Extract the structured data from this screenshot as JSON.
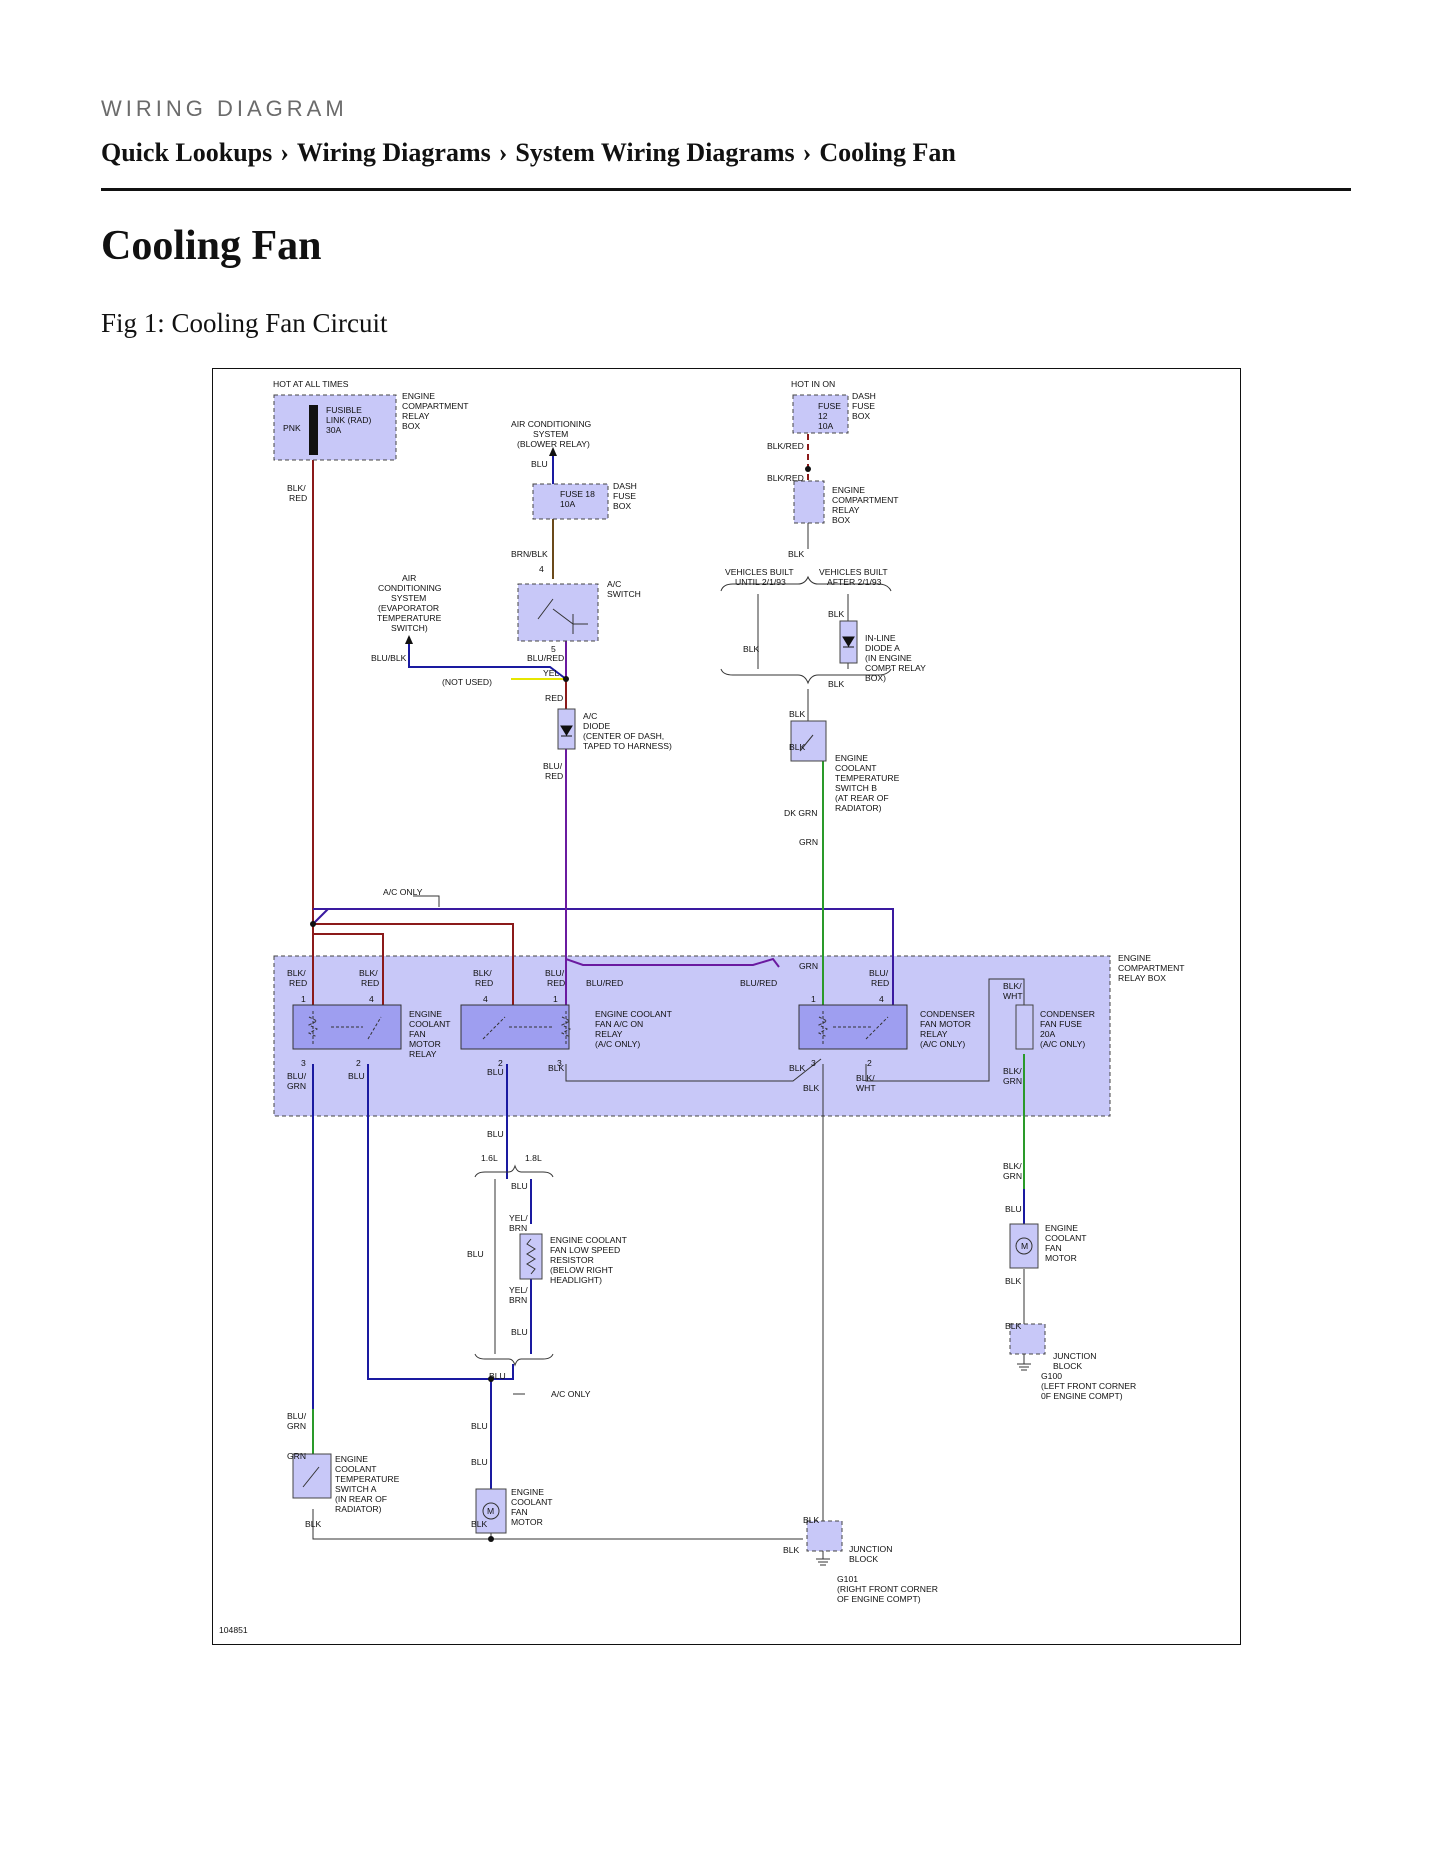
{
  "header": {
    "eyebrow": "WIRING DIAGRAM",
    "breadcrumb": [
      "Quick Lookups",
      "Wiring Diagrams",
      "System Wiring Diagrams",
      "Cooling Fan"
    ],
    "separator": "›"
  },
  "page_title": "Cooling Fan",
  "figure": {
    "caption": "Fig 1: Cooling Fan Circuit",
    "id_number": "104851",
    "power_labels": [
      "HOT AT ALL TIMES",
      "HOT IN ON"
    ],
    "components": {
      "fusible_link": [
        "FUSIBLE",
        "LINK (RAD)",
        "30A"
      ],
      "fusible_link_box": [
        "ENGINE",
        "COMPARTMENT",
        "RELAY",
        "BOX"
      ],
      "ac_system_blower": [
        "AIR CONDITIONING",
        "SYSTEM",
        "(BLOWER RELAY)"
      ],
      "fuse18": [
        "FUSE 18",
        "10A"
      ],
      "fuse18_box": [
        "DASH",
        "FUSE",
        "BOX"
      ],
      "ac_evap_system": [
        "AIR",
        "CONDITIONING",
        "SYSTEM",
        "(EVAPORATOR",
        "TEMPERATURE",
        "SWITCH)"
      ],
      "ac_switch": [
        "A/C",
        "SWITCH"
      ],
      "not_used": "(NOT USED)",
      "ac_diode": [
        "A/C",
        "DIODE",
        "(CENTER OF DASH,",
        "TAPED TO HARNESS)"
      ],
      "fuse12": [
        "FUSE",
        "12",
        "10A"
      ],
      "fuse12_box": [
        "DASH",
        "FUSE",
        "BOX"
      ],
      "ecrb_mid": [
        "ENGINE",
        "COMPARTMENT",
        "RELAY",
        "BOX"
      ],
      "vehicles_until": [
        "VEHICLES BUILT",
        "UNTIL 2/1/93"
      ],
      "vehicles_after": [
        "VEHICLES BUILT",
        "AFTER 2/1/93"
      ],
      "inline_diode": [
        "IN-LINE",
        "DIODE A",
        "(IN ENGINE",
        "COMPT RELAY",
        "BOX)"
      ],
      "temp_switch_b": [
        "ENGINE",
        "COOLANT",
        "TEMPERATURE",
        "SWITCH B",
        "(AT REAR OF",
        "RADIATOR)"
      ],
      "ac_only": "A/C ONLY",
      "relay_box_label": [
        "ENGINE",
        "COMPARTMENT",
        "RELAY BOX"
      ],
      "relay_fan_motor": [
        "ENGINE",
        "COOLANT",
        "FAN",
        "MOTOR",
        "RELAY"
      ],
      "relay_fan_ac": [
        "ENGINE COOLANT",
        "FAN A/C ON",
        "RELAY",
        "(A/C ONLY)"
      ],
      "relay_condenser": [
        "CONDENSER",
        "FAN MOTOR",
        "RELAY",
        "(A/C ONLY)"
      ],
      "condenser_fuse": [
        "CONDENSER",
        "FAN FUSE",
        "20A",
        "(A/C ONLY)"
      ],
      "engine_16": "1.6L",
      "engine_18": "1.8L",
      "low_speed_resistor": [
        "ENGINE COOLANT",
        "FAN LOW SPEED",
        "RESISTOR",
        "(BELOW RIGHT",
        "HEADLIGHT)"
      ],
      "fan_motor_right": [
        "ENGINE",
        "COOLANT",
        "FAN",
        "MOTOR"
      ],
      "junction_block_right": [
        "JUNCTION",
        "BLOCK"
      ],
      "g100": [
        "G100",
        "(LEFT FRONT CORNER",
        "0F ENGINE COMPT)"
      ],
      "temp_switch_a": [
        "ENGINE",
        "COOLANT",
        "TEMPERATURE",
        "SWITCH A",
        "(IN REAR OF",
        "RADIATOR)"
      ],
      "fan_motor_bottom": [
        "ENGINE",
        "COOLANT",
        "FAN",
        "MOTOR"
      ],
      "junction_block_bottom": [
        "JUNCTION",
        "BLOCK"
      ],
      "g101": [
        "G101",
        "(RIGHT FRONT CORNER",
        "OF ENGINE COMPT)"
      ],
      "motor_symbol": "M"
    },
    "wire_labels": {
      "pnk": "PNK",
      "blk_red_a": [
        "BLK/",
        "RED"
      ],
      "blu_top": "BLU",
      "brn_blk": "BRN/BLK",
      "blu_blk": "BLU/BLK",
      "blu_red_sw": "BLU/RED",
      "yel": "YEL",
      "red": "RED",
      "blu_red_diode": [
        "BLU/",
        "RED"
      ],
      "blk_red_fuse12": "BLK/RED",
      "blk_red_relay": "BLK/RED",
      "blk_mid": "BLK",
      "blk_diode_top": "BLK",
      "blk_left_branch": "BLK",
      "blk_diode_bottom": "BLK",
      "blk_tsb_top": "BLK",
      "blk_tsb_mid": "BLK",
      "dk_grn": "DK GRN",
      "grn": "GRN",
      "r1_blk_red_1": [
        "BLK/",
        "RED"
      ],
      "r1_blk_red_4": [
        "BLK/",
        "RED"
      ],
      "r2_blk_red_4": [
        "BLK/",
        "RED"
      ],
      "r2_blu_red_1": [
        "BLU/",
        "RED"
      ],
      "blu_red_link1": "BLU/RED",
      "blu_red_link2": "BLU/RED",
      "grn_relay": "GRN",
      "r3_blu_red": [
        "BLU/",
        "RED"
      ],
      "blk_wht_top": [
        "BLK/",
        "WHT"
      ],
      "pin1a": "1",
      "pin4a": "4",
      "pin3a": "3",
      "pin2a": "2",
      "pin4b": "4",
      "pin1b": "1",
      "pin2b": "2",
      "pin3b": "3",
      "pin1c": "1",
      "pin4c": "4",
      "pin3c": "3",
      "pin2c": "2",
      "pin4_ac": "4",
      "pin5_ac": "5",
      "blu_grn_r1": [
        "BLU/",
        "GRN"
      ],
      "blu_r1": "BLU",
      "blu_r2": "BLU",
      "blk_r2": "BLK",
      "blk_r3a": "BLK",
      "blk_r3b": "BLK",
      "blk_wht_r3": [
        "BLK/",
        "WHT"
      ],
      "blk_grn_fuse": [
        "BLK/",
        "GRN"
      ],
      "blu_below": "BLU",
      "blu_18": "BLU",
      "yel_brn_top": [
        "YEL/",
        "BRN"
      ],
      "blu_16": "BLU",
      "yel_brn_bot": [
        "YEL/",
        "BRN"
      ],
      "blu_18_bot": "BLU",
      "blu_join": "BLU",
      "blk_grn_motor": [
        "BLK/",
        "GRN"
      ],
      "blu_motor_r": "BLU",
      "blk_motor_r": "BLK",
      "blk_jb_r": "BLK",
      "blu_grn_bottom": [
        "BLU/",
        "GRN"
      ],
      "grn_bottom": "GRN",
      "blu_fm_top": "BLU",
      "blu_fm_mid": "BLU",
      "blk_tsa": "BLK",
      "blk_fm": "BLK",
      "blk_jb_top": "BLK",
      "blk_jb_left": "BLK"
    },
    "colors": {
      "component_fill": "#c8c8f8",
      "relay_fill": "#9e9ef0",
      "wire_red": "#8b1a1a",
      "wire_blue": "#1a1aa0",
      "wire_purple": "#6a1aa0",
      "wire_green": "#2a9a2a",
      "wire_yellow": "#e6e600",
      "wire_brown": "#6b4a1a",
      "wire_black": "#222222"
    }
  }
}
